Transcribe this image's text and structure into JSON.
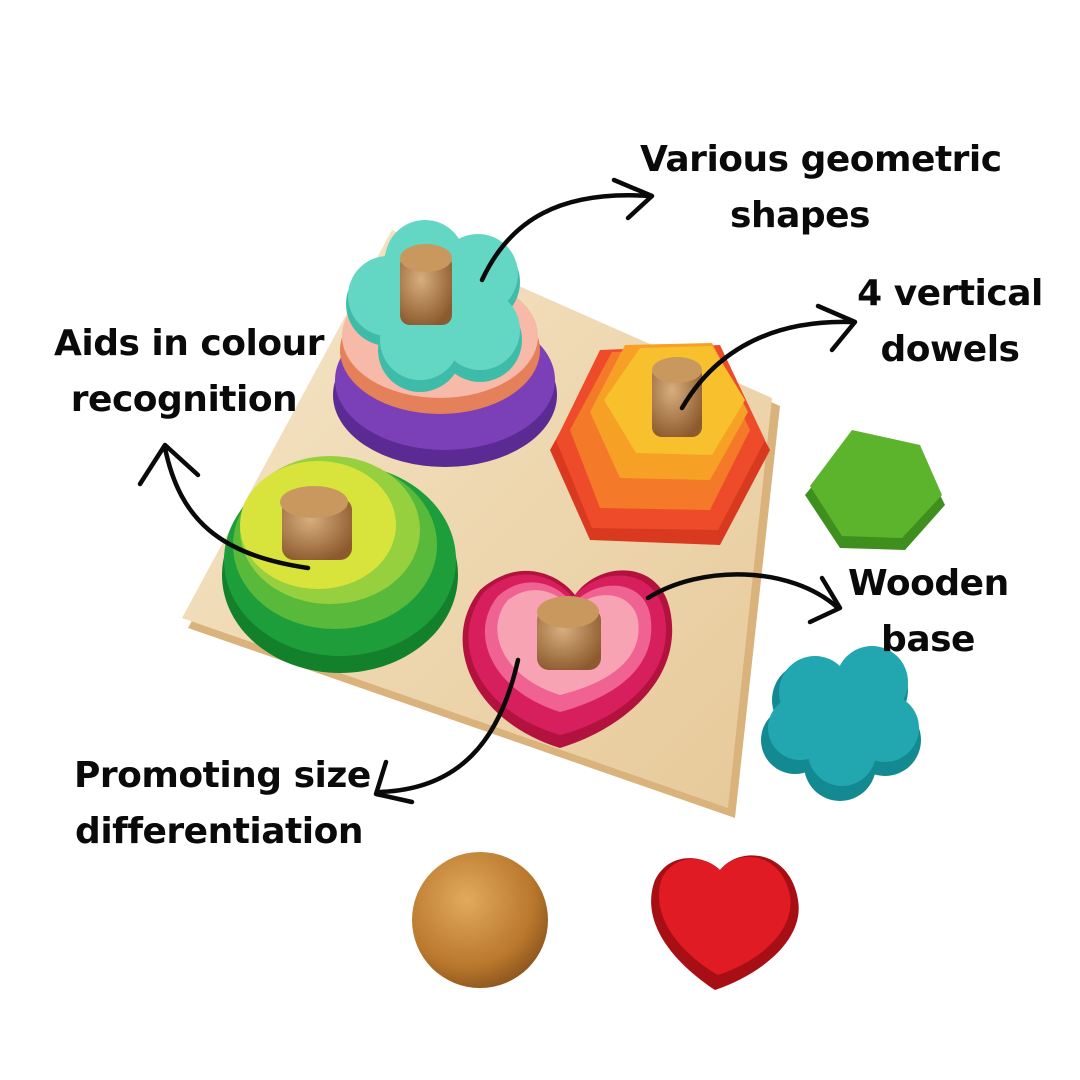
{
  "annotations": {
    "geometric_shapes": {
      "line1": "Various geometric",
      "line2": "shapes"
    },
    "vertical_dowels": {
      "line1": "4 vertical",
      "line2": "dowels"
    },
    "colour_recognition": {
      "line1": "Aids in colour",
      "line2": "recognition"
    },
    "wooden_base": {
      "line1": "Wooden",
      "line2": "base"
    },
    "size_differentiation": {
      "line1": "Promoting size",
      "line2": "differentiation"
    }
  },
  "colors": {
    "background": "#ffffff",
    "text": "#0a0a0a",
    "base_wood": "#f0d9b2",
    "flower_stack": [
      "#7b3fb7",
      "#f29a6e",
      "#f7b9a8",
      "#64d6c4"
    ],
    "hexagon_stack": [
      "#ee4b2b",
      "#f47a2a",
      "#f6a126",
      "#f7c02c"
    ],
    "circle_stack": [
      "#1e9e3a",
      "#59b93b",
      "#97d03f",
      "#d8e33c"
    ],
    "heart_stack": [
      "#d61f5c",
      "#f06292",
      "#f8a3b4"
    ],
    "loose_green_hexagon": "#5cb42c",
    "loose_teal_flower": "#22a7b0",
    "loose_wood_ball": "#c58a3e",
    "loose_red_heart": "#e01b23"
  }
}
